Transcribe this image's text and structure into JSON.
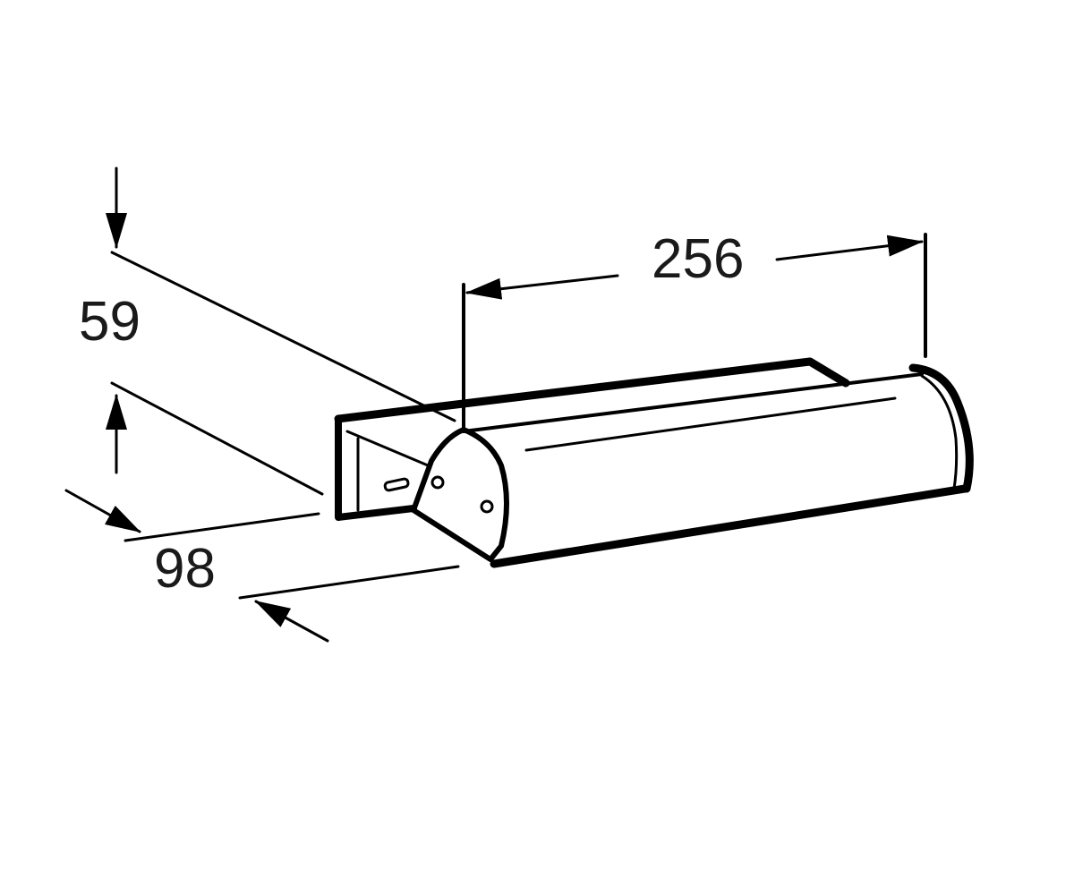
{
  "dimensions": {
    "length": "256",
    "height": "59",
    "depth": "98"
  },
  "colors": {
    "stroke": "#000000",
    "background": "#ffffff"
  }
}
